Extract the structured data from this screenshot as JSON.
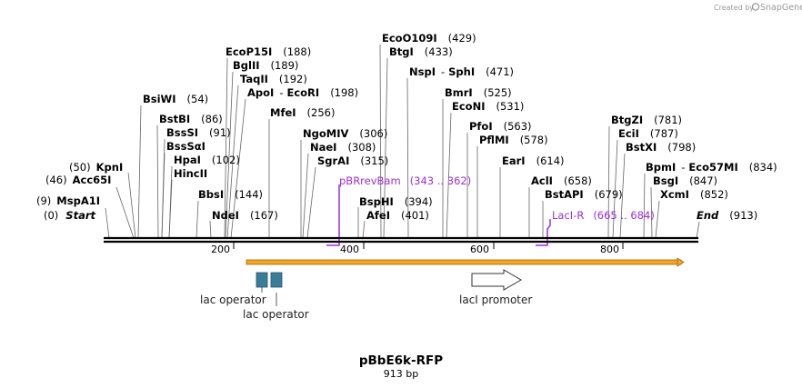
{
  "credit": {
    "prefix": "Created by",
    "brand": "SnapGene"
  },
  "title": "pBbE6k-RFP",
  "length": "913 bp",
  "map": {
    "start": 0,
    "end": 913
  },
  "ticks": [
    "200",
    "400",
    "600",
    "800"
  ],
  "sites": [
    {
      "name": "MspA1I",
      "pos": "(9)"
    },
    {
      "name": "Acc65I",
      "pos": "(46)"
    },
    {
      "name": "KpnI",
      "pos": "(50)"
    },
    {
      "name": "BsiWI",
      "pos": "(54)"
    },
    {
      "name": "BstBI",
      "pos": "(86)"
    },
    {
      "name": "BssSI",
      "pos": "(91)"
    },
    {
      "name": "BssSαI",
      "pos": ""
    },
    {
      "name": "HpaI",
      "pos": "(102)"
    },
    {
      "name": "HincII",
      "pos": ""
    },
    {
      "name": "BbsI",
      "pos": "(144)"
    },
    {
      "name": "NdeI",
      "pos": "(167)"
    },
    {
      "name": "EcoP15I",
      "pos": "(188)"
    },
    {
      "name": "BglII",
      "pos": "(189)"
    },
    {
      "name": "TaqII",
      "pos": "(192)"
    },
    {
      "name": "ApoI",
      "name2": "EcoRI",
      "pos": "(198)"
    },
    {
      "name": "MfeI",
      "pos": "(256)"
    },
    {
      "name": "NgoMIV",
      "pos": "(306)"
    },
    {
      "name": "NaeI",
      "pos": "(308)"
    },
    {
      "name": "SgrAI",
      "pos": "(315)"
    },
    {
      "name": "BspHI",
      "pos": "(394)"
    },
    {
      "name": "AfeI",
      "pos": "(401)"
    },
    {
      "name": "EcoO109I",
      "pos": "(429)"
    },
    {
      "name": "BtgI",
      "pos": "(433)"
    },
    {
      "name": "NspI",
      "name2": "SphI",
      "pos": "(471)"
    },
    {
      "name": "BmrI",
      "pos": "(525)"
    },
    {
      "name": "EcoNI",
      "pos": "(531)"
    },
    {
      "name": "PfoI",
      "pos": "(563)"
    },
    {
      "name": "PflMI",
      "pos": "(578)"
    },
    {
      "name": "EarI",
      "pos": "(614)"
    },
    {
      "name": "AclI",
      "pos": "(658)"
    },
    {
      "name": "BstAPI",
      "pos": "(679)"
    },
    {
      "name": "BtgZI",
      "pos": "(781)"
    },
    {
      "name": "EciI",
      "pos": "(787)"
    },
    {
      "name": "BstXI",
      "pos": "(798)"
    },
    {
      "name": "BpmI",
      "name2": "Eco57MI",
      "pos": "(834)"
    },
    {
      "name": "BsgI",
      "pos": "(847)"
    },
    {
      "name": "XcmI",
      "pos": "(852)"
    }
  ],
  "ends": {
    "start": {
      "label": "Start",
      "pos": "(0)"
    },
    "end": {
      "label": "End",
      "pos": "(913)"
    }
  },
  "primers": [
    {
      "name": "pBRrevBam",
      "range": "(343 .. 362)",
      "direction": "reverse"
    },
    {
      "name": "LacI-R",
      "range": "(665 .. 684)",
      "direction": "reverse"
    }
  ],
  "features": [
    {
      "name": "lac operator",
      "type": "protein_bind"
    },
    {
      "name": "lac operator",
      "type": "protein_bind"
    },
    {
      "name": "lacI promoter",
      "type": "promoter"
    }
  ],
  "colors": {
    "primer": "#9b30d0",
    "orf": "#f5a623",
    "operator": "#3a7d99",
    "backbone": "#000000"
  }
}
